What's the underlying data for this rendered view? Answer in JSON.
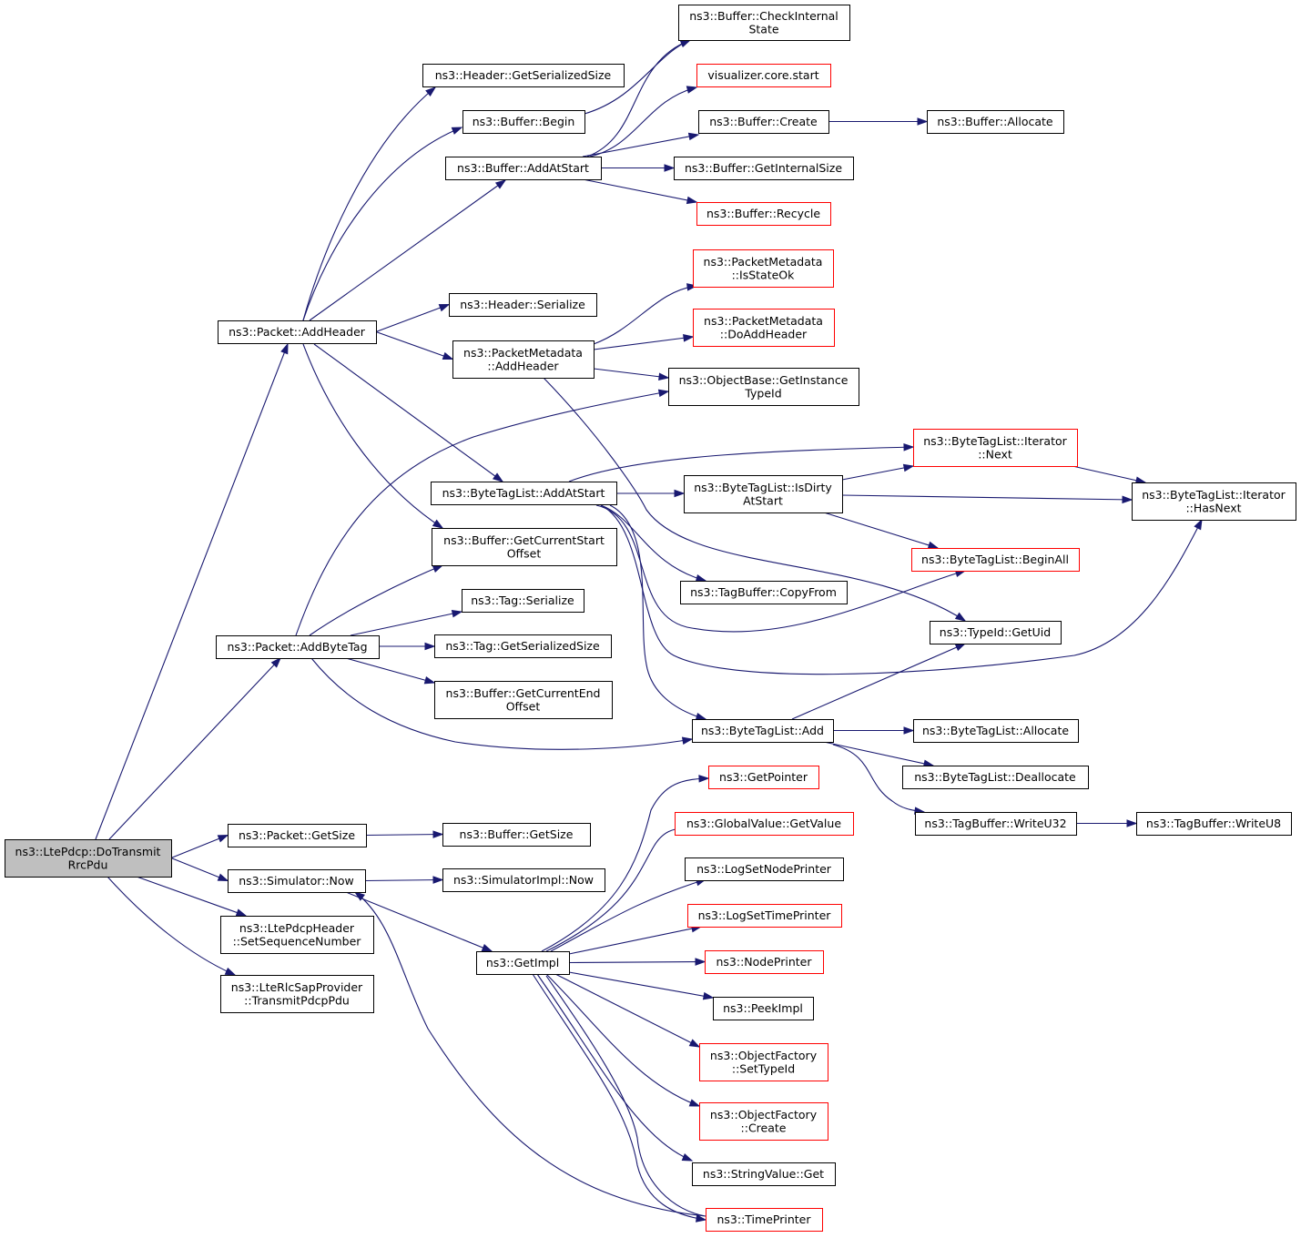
{
  "colors": {
    "edge": "#191970",
    "node_fill": "#ffffff",
    "root_fill": "#bfbfbf",
    "border_normal": "#000000",
    "border_truncated": "#ff0000"
  },
  "nodes": [
    {
      "id": "root",
      "label": [
        "ns3::LtePdcp::DoTransmit",
        "RrcPdu"
      ],
      "border": "normal",
      "root": true
    },
    {
      "id": "pkt_addheader",
      "label": [
        "ns3::Packet::AddHeader"
      ],
      "border": "normal"
    },
    {
      "id": "pkt_addbytetag",
      "label": [
        "ns3::Packet::AddByteTag"
      ],
      "border": "normal"
    },
    {
      "id": "pkt_getsize",
      "label": [
        "ns3::Packet::GetSize"
      ],
      "border": "normal"
    },
    {
      "id": "sim_now",
      "label": [
        "ns3::Simulator::Now"
      ],
      "border": "normal"
    },
    {
      "id": "pdcp_setseq",
      "label": [
        "ns3::LtePdcpHeader",
        "::SetSequenceNumber"
      ],
      "border": "normal"
    },
    {
      "id": "rlc_transmit",
      "label": [
        "ns3::LteRlcSapProvider",
        "::TransmitPdcpPdu"
      ],
      "border": "normal"
    },
    {
      "id": "hdr_getsersize",
      "label": [
        "ns3::Header::GetSerializedSize"
      ],
      "border": "normal"
    },
    {
      "id": "buf_begin",
      "label": [
        "ns3::Buffer::Begin"
      ],
      "border": "normal"
    },
    {
      "id": "buf_addatstart",
      "label": [
        "ns3::Buffer::AddAtStart"
      ],
      "border": "normal"
    },
    {
      "id": "hdr_serialize",
      "label": [
        "ns3::Header::Serialize"
      ],
      "border": "normal"
    },
    {
      "id": "pm_addheader",
      "label": [
        "ns3::PacketMetadata",
        "::AddHeader"
      ],
      "border": "normal"
    },
    {
      "id": "btl_addatstart",
      "label": [
        "ns3::ByteTagList::AddAtStart"
      ],
      "border": "normal"
    },
    {
      "id": "buf_getcurstart",
      "label": [
        "ns3::Buffer::GetCurrentStart",
        "Offset"
      ],
      "border": "normal"
    },
    {
      "id": "tag_serialize",
      "label": [
        "ns3::Tag::Serialize"
      ],
      "border": "normal"
    },
    {
      "id": "tag_getsersize",
      "label": [
        "ns3::Tag::GetSerializedSize"
      ],
      "border": "normal"
    },
    {
      "id": "buf_getcurend",
      "label": [
        "ns3::Buffer::GetCurrentEnd",
        "Offset"
      ],
      "border": "normal"
    },
    {
      "id": "buf_getsize",
      "label": [
        "ns3::Buffer::GetSize"
      ],
      "border": "normal"
    },
    {
      "id": "simimpl_now",
      "label": [
        "ns3::SimulatorImpl::Now"
      ],
      "border": "normal"
    },
    {
      "id": "getimpl",
      "label": [
        "ns3::GetImpl"
      ],
      "border": "normal"
    },
    {
      "id": "buf_checkinternal",
      "label": [
        "ns3::Buffer::CheckInternal",
        "State"
      ],
      "border": "normal"
    },
    {
      "id": "viz_start",
      "label": [
        "visualizer.core.start"
      ],
      "border": "truncated"
    },
    {
      "id": "buf_create",
      "label": [
        "ns3::Buffer::Create"
      ],
      "border": "normal"
    },
    {
      "id": "buf_getinternalsize",
      "label": [
        "ns3::Buffer::GetInternalSize"
      ],
      "border": "normal"
    },
    {
      "id": "buf_recycle",
      "label": [
        "ns3::Buffer::Recycle"
      ],
      "border": "truncated"
    },
    {
      "id": "buf_allocate",
      "label": [
        "ns3::Buffer::Allocate"
      ],
      "border": "normal"
    },
    {
      "id": "pm_isstateok",
      "label": [
        "ns3::PacketMetadata",
        "::IsStateOk"
      ],
      "border": "truncated"
    },
    {
      "id": "pm_doaddheader",
      "label": [
        "ns3::PacketMetadata",
        "::DoAddHeader"
      ],
      "border": "truncated"
    },
    {
      "id": "ob_getinstancetypeid",
      "label": [
        "ns3::ObjectBase::GetInstance",
        "TypeId"
      ],
      "border": "normal"
    },
    {
      "id": "btl_isdirty",
      "label": [
        "ns3::ByteTagList::IsDirty",
        "AtStart"
      ],
      "border": "normal"
    },
    {
      "id": "tagbuf_copyfrom",
      "label": [
        "ns3::TagBuffer::CopyFrom"
      ],
      "border": "normal"
    },
    {
      "id": "btl_add",
      "label": [
        "ns3::ByteTagList::Add"
      ],
      "border": "normal"
    },
    {
      "id": "btl_iter_next",
      "label": [
        "ns3::ByteTagList::Iterator",
        "::Next"
      ],
      "border": "truncated"
    },
    {
      "id": "btl_iter_hasnext",
      "label": [
        "ns3::ByteTagList::Iterator",
        "::HasNext"
      ],
      "border": "normal"
    },
    {
      "id": "btl_beginall",
      "label": [
        "ns3::ByteTagList::BeginAll"
      ],
      "border": "truncated"
    },
    {
      "id": "typeid_getuid",
      "label": [
        "ns3::TypeId::GetUid"
      ],
      "border": "normal"
    },
    {
      "id": "btl_allocate",
      "label": [
        "ns3::ByteTagList::Allocate"
      ],
      "border": "normal"
    },
    {
      "id": "btl_deallocate",
      "label": [
        "ns3::ByteTagList::Deallocate"
      ],
      "border": "normal"
    },
    {
      "id": "tagbuf_writeu32",
      "label": [
        "ns3::TagBuffer::WriteU32"
      ],
      "border": "normal"
    },
    {
      "id": "tagbuf_writeu8",
      "label": [
        "ns3::TagBuffer::WriteU8"
      ],
      "border": "normal"
    },
    {
      "id": "getpointer",
      "label": [
        "ns3::GetPointer"
      ],
      "border": "truncated"
    },
    {
      "id": "gv_getvalue",
      "label": [
        "ns3::GlobalValue::GetValue"
      ],
      "border": "truncated"
    },
    {
      "id": "logsetnodeprinter",
      "label": [
        "ns3::LogSetNodePrinter"
      ],
      "border": "normal"
    },
    {
      "id": "logsettimeprinter",
      "label": [
        "ns3::LogSetTimePrinter"
      ],
      "border": "truncated"
    },
    {
      "id": "nodeprinter",
      "label": [
        "ns3::NodePrinter"
      ],
      "border": "truncated"
    },
    {
      "id": "peekimpl",
      "label": [
        "ns3::PeekImpl"
      ],
      "border": "normal"
    },
    {
      "id": "of_settypeid",
      "label": [
        "ns3::ObjectFactory",
        "::SetTypeId"
      ],
      "border": "truncated"
    },
    {
      "id": "of_create",
      "label": [
        "ns3::ObjectFactory",
        "::Create"
      ],
      "border": "truncated"
    },
    {
      "id": "stringvalue_get",
      "label": [
        "ns3::StringValue::Get"
      ],
      "border": "normal"
    },
    {
      "id": "timeprinter",
      "label": [
        "ns3::TimePrinter"
      ],
      "border": "truncated"
    }
  ],
  "edges": [
    [
      "root",
      "pkt_addheader"
    ],
    [
      "root",
      "pkt_addbytetag"
    ],
    [
      "root",
      "pkt_getsize"
    ],
    [
      "root",
      "sim_now"
    ],
    [
      "root",
      "pdcp_setseq"
    ],
    [
      "root",
      "rlc_transmit"
    ],
    [
      "pkt_addheader",
      "hdr_getsersize"
    ],
    [
      "pkt_addheader",
      "buf_begin"
    ],
    [
      "pkt_addheader",
      "buf_addatstart"
    ],
    [
      "pkt_addheader",
      "hdr_serialize"
    ],
    [
      "pkt_addheader",
      "pm_addheader"
    ],
    [
      "pkt_addheader",
      "btl_addatstart"
    ],
    [
      "pkt_addheader",
      "buf_getcurstart"
    ],
    [
      "buf_begin",
      "buf_checkinternal"
    ],
    [
      "buf_addatstart",
      "buf_checkinternal"
    ],
    [
      "buf_addatstart",
      "viz_start"
    ],
    [
      "buf_addatstart",
      "buf_create"
    ],
    [
      "buf_addatstart",
      "buf_getinternalsize"
    ],
    [
      "buf_addatstart",
      "buf_recycle"
    ],
    [
      "buf_create",
      "buf_allocate"
    ],
    [
      "pm_addheader",
      "pm_isstateok"
    ],
    [
      "pm_addheader",
      "pm_doaddheader"
    ],
    [
      "pm_addheader",
      "ob_getinstancetypeid"
    ],
    [
      "pm_addheader",
      "typeid_getuid"
    ],
    [
      "btl_addatstart",
      "btl_isdirty"
    ],
    [
      "btl_addatstart",
      "btl_iter_next"
    ],
    [
      "btl_addatstart",
      "tagbuf_copyfrom"
    ],
    [
      "btl_addatstart",
      "btl_beginall"
    ],
    [
      "btl_addatstart",
      "btl_iter_hasnext"
    ],
    [
      "btl_addatstart",
      "btl_add"
    ],
    [
      "btl_isdirty",
      "btl_iter_next"
    ],
    [
      "btl_isdirty",
      "btl_iter_hasnext"
    ],
    [
      "btl_isdirty",
      "btl_beginall"
    ],
    [
      "btl_iter_next",
      "btl_iter_hasnext"
    ],
    [
      "pkt_addbytetag",
      "ob_getinstancetypeid"
    ],
    [
      "pkt_addbytetag",
      "buf_getcurstart"
    ],
    [
      "pkt_addbytetag",
      "tag_serialize"
    ],
    [
      "pkt_addbytetag",
      "tag_getsersize"
    ],
    [
      "pkt_addbytetag",
      "buf_getcurend"
    ],
    [
      "pkt_addbytetag",
      "btl_add"
    ],
    [
      "btl_add",
      "typeid_getuid"
    ],
    [
      "btl_add",
      "btl_allocate"
    ],
    [
      "btl_add",
      "btl_deallocate"
    ],
    [
      "btl_add",
      "tagbuf_writeu32"
    ],
    [
      "tagbuf_writeu32",
      "tagbuf_writeu8"
    ],
    [
      "pkt_getsize",
      "buf_getsize"
    ],
    [
      "sim_now",
      "simimpl_now"
    ],
    [
      "sim_now",
      "getimpl"
    ],
    [
      "getimpl",
      "getpointer"
    ],
    [
      "getimpl",
      "gv_getvalue"
    ],
    [
      "getimpl",
      "logsetnodeprinter"
    ],
    [
      "getimpl",
      "logsettimeprinter"
    ],
    [
      "getimpl",
      "nodeprinter"
    ],
    [
      "getimpl",
      "peekimpl"
    ],
    [
      "getimpl",
      "of_settypeid"
    ],
    [
      "getimpl",
      "of_create"
    ],
    [
      "getimpl",
      "stringvalue_get"
    ],
    [
      "getimpl",
      "timeprinter"
    ],
    [
      "getimpl",
      "sim_now"
    ]
  ]
}
